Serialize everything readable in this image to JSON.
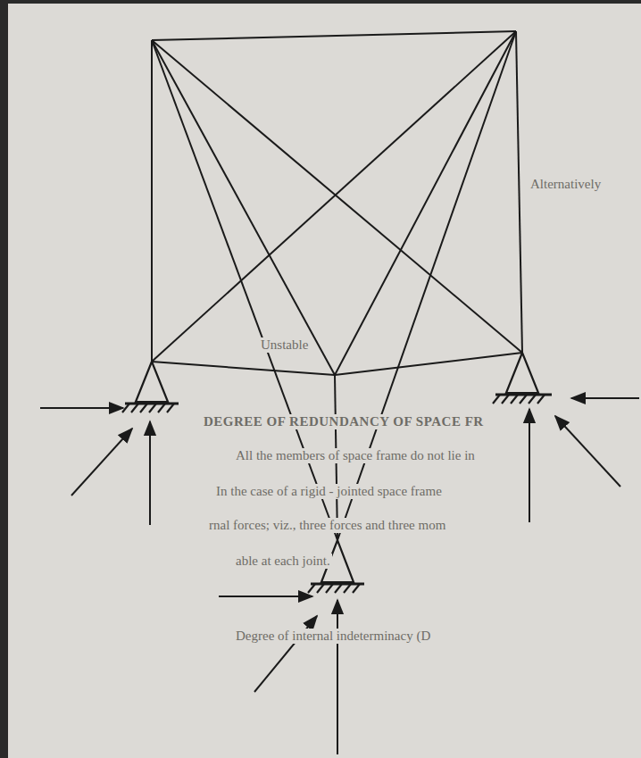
{
  "diagram": {
    "labels": [
      "Alternatively",
      "Unstable",
      "DEGREE OF REDUNDANCY OF SPACE FR",
      "All the members of space frame do not lie in",
      "In the case of a rigid - jointed space frame",
      "rnal forces; viz., three forces and three mom",
      "able at each joint.",
      "Degree of internal indeterminacy (D"
    ]
  }
}
